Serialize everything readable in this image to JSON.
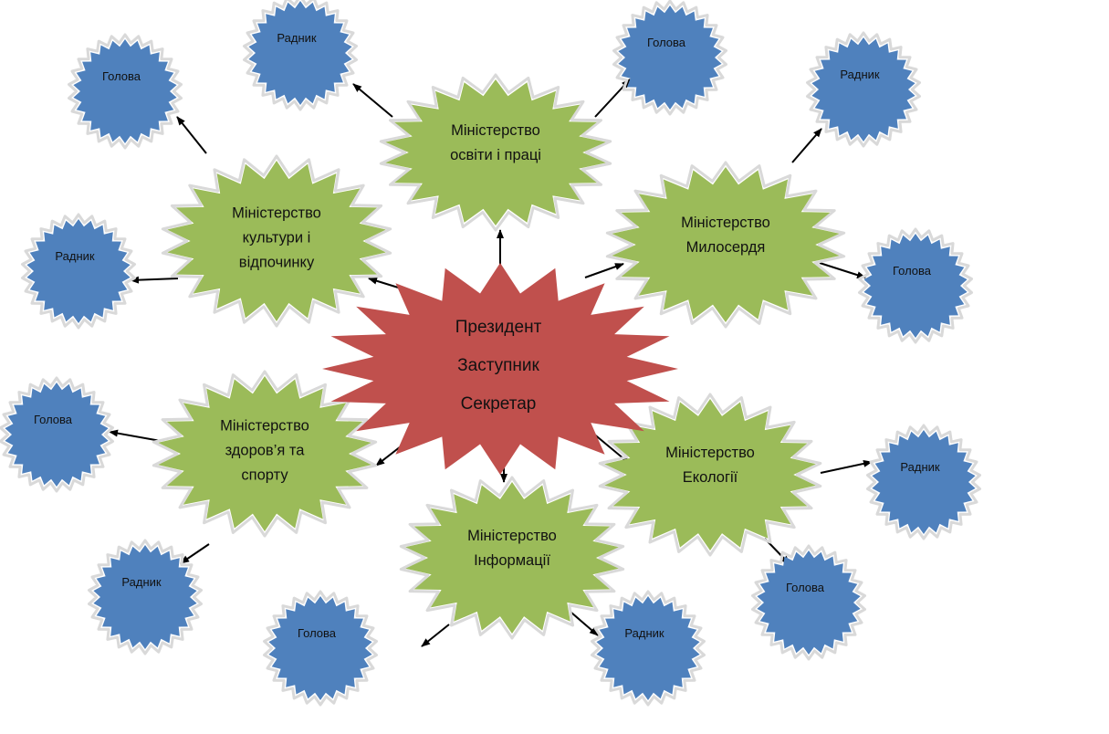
{
  "center": {
    "lines": [
      "Президент",
      "Заступник",
      "Секретар"
    ],
    "color": "#c0504d"
  },
  "colors": {
    "ministry": "#9bbb59",
    "person": "#4f81bd",
    "arrow": "#000000",
    "glow": "#d9d9d9"
  },
  "ministries": [
    {
      "id": "osvity",
      "lines": [
        "Міністерство",
        "освіти і праці"
      ],
      "children": [
        {
          "id": "osvity-radnyk",
          "label": "Радник"
        },
        {
          "id": "osvity-holova",
          "label": "Голова"
        }
      ]
    },
    {
      "id": "myloserdia",
      "lines": [
        "Міністерство",
        "Милосердя"
      ],
      "children": [
        {
          "id": "myloserdia-radnyk",
          "label": "Радник"
        },
        {
          "id": "myloserdia-holova",
          "label": "Голова"
        }
      ]
    },
    {
      "id": "ekolohii",
      "lines": [
        "Міністерство",
        "Екології"
      ],
      "children": [
        {
          "id": "ekolohii-radnyk",
          "label": "Радник"
        },
        {
          "id": "ekolohii-holova",
          "label": "Голова"
        }
      ]
    },
    {
      "id": "informatsii",
      "lines": [
        "Міністерство",
        "Інформації"
      ],
      "children": [
        {
          "id": "informatsii-radnyk",
          "label": "Радник"
        },
        {
          "id": "informatsii-holova",
          "label": "Голова"
        }
      ]
    },
    {
      "id": "zdorovia",
      "lines": [
        "Міністерство",
        "здоров’я та",
        "спорту"
      ],
      "children": [
        {
          "id": "zdorovia-holova",
          "label": "Голова"
        },
        {
          "id": "zdorovia-radnyk",
          "label": "Радник"
        }
      ]
    },
    {
      "id": "kultury",
      "lines": [
        "Міністерство",
        "культури і",
        "відпочинку"
      ],
      "children": [
        {
          "id": "kultury-holova",
          "label": "Голова"
        },
        {
          "id": "kultury-radnyk",
          "label": "Радник"
        }
      ]
    }
  ]
}
